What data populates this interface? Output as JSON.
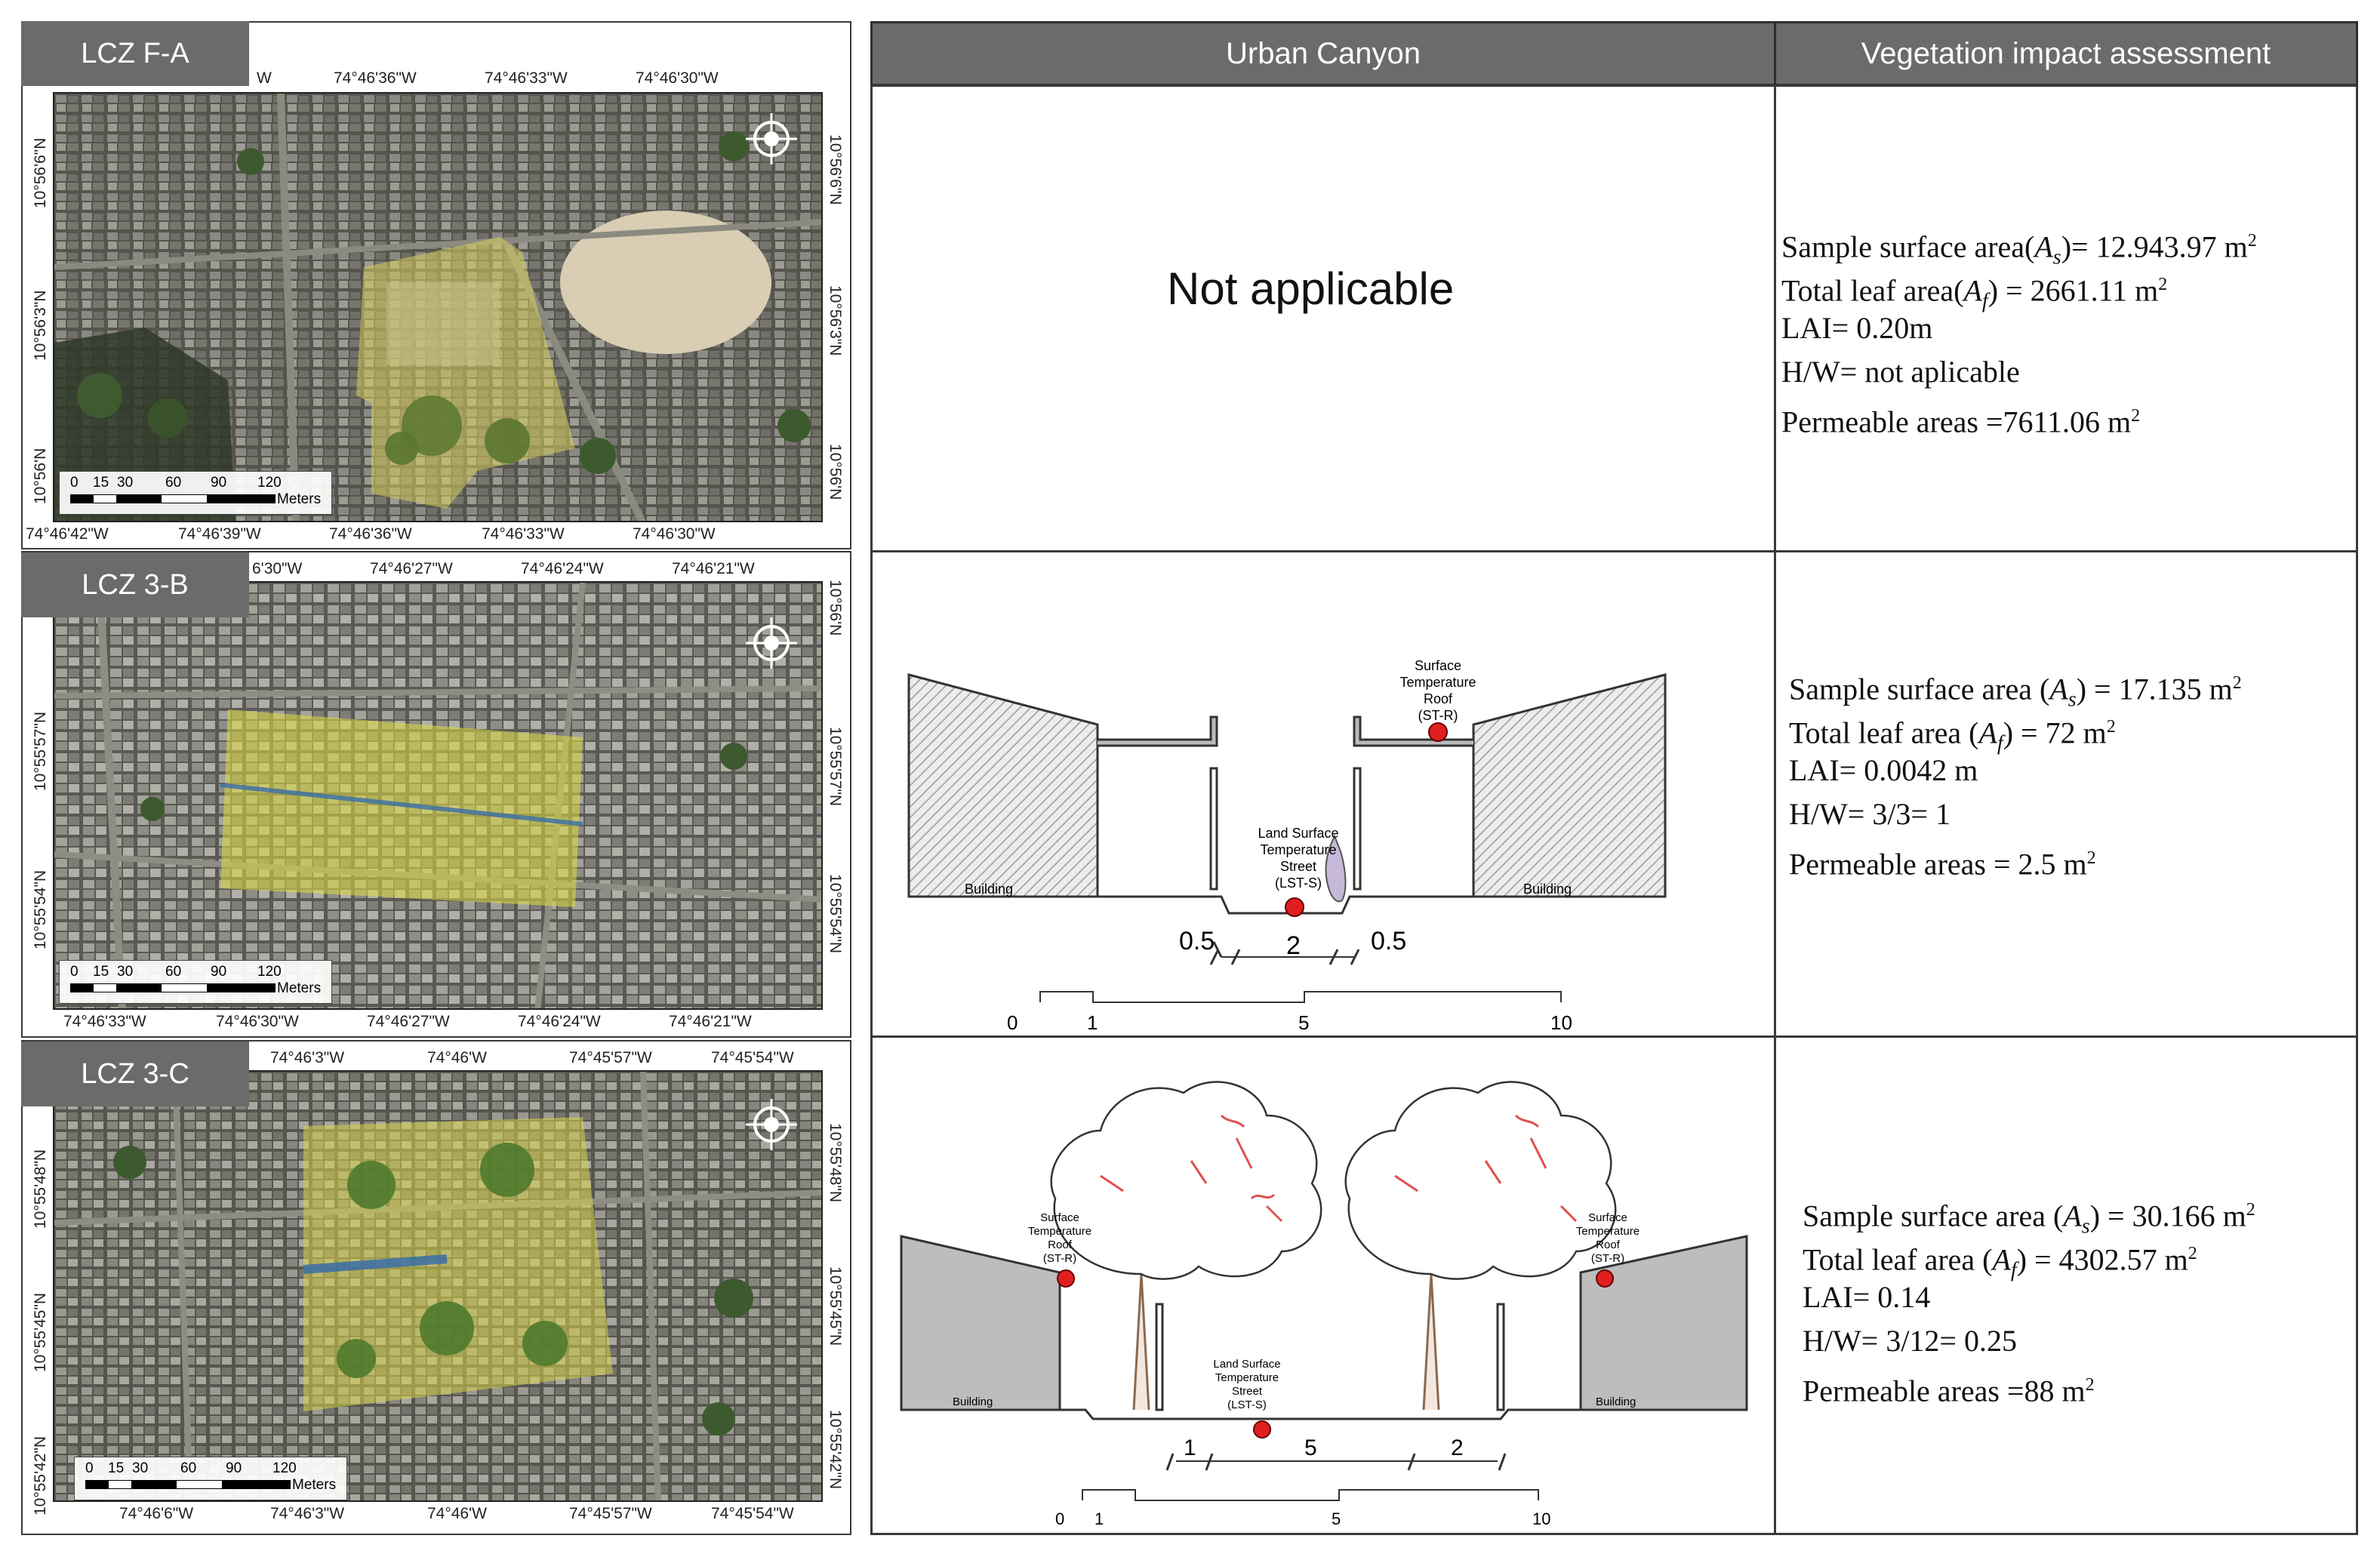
{
  "headers": {
    "col2": "Urban Canyon",
    "col3": "Vegetation impact assessment"
  },
  "rows": [
    {
      "tag": "LCZ F-A",
      "top_coords": [
        "W",
        "74°46'36\"W",
        "74°46'33\"W",
        "74°46'30\"W"
      ],
      "bottom_coords": [
        "74°46'42\"W",
        "74°46'39\"W",
        "74°46'36\"W",
        "74°46'33\"W",
        "74°46'30\"W"
      ],
      "left_coords": [
        "10°56'6\"N",
        "10°56'3\"N",
        "10°56'N"
      ],
      "right_coords": [
        "10°56'6\"N",
        "10°56'3\"N",
        "10°56'N"
      ],
      "scale": [
        "0",
        "15",
        "30",
        "60",
        "90",
        "120",
        "Meters"
      ],
      "canyon": "Not applicable",
      "metrics": {
        "m1_label": "Sample surface area",
        "m1_sym": "A",
        "m1_sub": "s",
        "m1_val": "= 12.943.97 m",
        "m1_sup": "2",
        "m2_label": "Total leaf area",
        "m2_sym": "A",
        "m2_sub": "f",
        "m2_val": " = 2661.11 m",
        "m2_sup": "2",
        "m3": "LAI= 0.20m",
        "m4": "H/W= not aplicable",
        "m5": "Permeable areas =7611.06 m",
        "m5_sup": "2"
      }
    },
    {
      "tag": "LCZ 3-B",
      "top_coords": [
        "6'30\"W",
        "74°46'27\"W",
        "74°46'24\"W",
        "74°46'21\"W"
      ],
      "bottom_coords": [
        "74°46'33\"W",
        "74°46'30\"W",
        "74°46'27\"W",
        "74°46'24\"W",
        "74°46'21\"W"
      ],
      "left_coords": [
        "10°55'57\"N",
        "10°55'54\"N"
      ],
      "right_coords": [
        "10°56'N",
        "10°55'57\"N",
        "10°55'54\"N"
      ],
      "scale": [
        "0",
        "15",
        "30",
        "60",
        "90",
        "120",
        "Meters"
      ],
      "diagram": {
        "roof_label": [
          "Surface",
          "Temperature",
          "Roof",
          "(ST-R)"
        ],
        "street_label": [
          "Land Surface",
          "Temperature",
          "Street",
          "(LST-S)"
        ],
        "building": "Building",
        "dims": [
          "0.5",
          "2",
          "0.5"
        ],
        "scale": [
          "0",
          "1",
          "5",
          "10"
        ]
      },
      "metrics": {
        "m1_label": "Sample surface area ",
        "m1_sym": "A",
        "m1_sub": "s",
        "m1_val": " = 17.135 m",
        "m1_sup": "2",
        "m2_label": "Total leaf area ",
        "m2_sym": "A",
        "m2_sub": "f",
        "m2_val": " = 72 m",
        "m2_sup": "2",
        "m3": "LAI= 0.0042 m",
        "m4": "H/W= 3/3= 1",
        "m5": "Permeable areas = 2.5 m",
        "m5_sup": "2"
      }
    },
    {
      "tag": "LCZ 3-C",
      "top_coords": [
        "74°46'3\"W",
        "74°46'W",
        "74°45'57\"W",
        "74°45'54\"W"
      ],
      "bottom_coords": [
        "74°46'6\"W",
        "74°46'3\"W",
        "74°46'W",
        "74°45'57\"W",
        "74°45'54\"W"
      ],
      "left_coords": [
        "10°55'48\"N",
        "10°55'45\"N",
        "10°55'42\"N"
      ],
      "right_coords": [
        "10°55'48\"N",
        "10°55'45\"N",
        "10°55'42\"N"
      ],
      "scale": [
        "0",
        "15",
        "30",
        "60",
        "90",
        "120",
        "Meters"
      ],
      "diagram": {
        "roof_label": [
          "Surface",
          "Temperature",
          "Roof",
          "(ST-R)"
        ],
        "street_label": [
          "Land Surface",
          "Temperature",
          "Street",
          "(LST-S)"
        ],
        "building": "Building",
        "dims": [
          "1",
          "5",
          "2"
        ],
        "scale": [
          "0",
          "1",
          "5",
          "10"
        ]
      },
      "metrics": {
        "m1_label": "Sample surface area ",
        "m1_sym": "A",
        "m1_sub": "s",
        "m1_val": " = 30.166 m",
        "m1_sup": "2",
        "m2_label": "Total leaf area ",
        "m2_sym": "A",
        "m2_sub": "f",
        "m2_val": " = 4302.57 m",
        "m2_sup": "2",
        "m3": "LAI= 0.14",
        "m4": "H/W= 3/12= 0.25",
        "m5": "Permeable areas =88 m",
        "m5_sup": "2"
      }
    }
  ],
  "colors": {
    "header": "#6b6b6b",
    "highlight": "#e8e04a",
    "marker": "#e02020",
    "map_dark": "#4a4a44"
  }
}
